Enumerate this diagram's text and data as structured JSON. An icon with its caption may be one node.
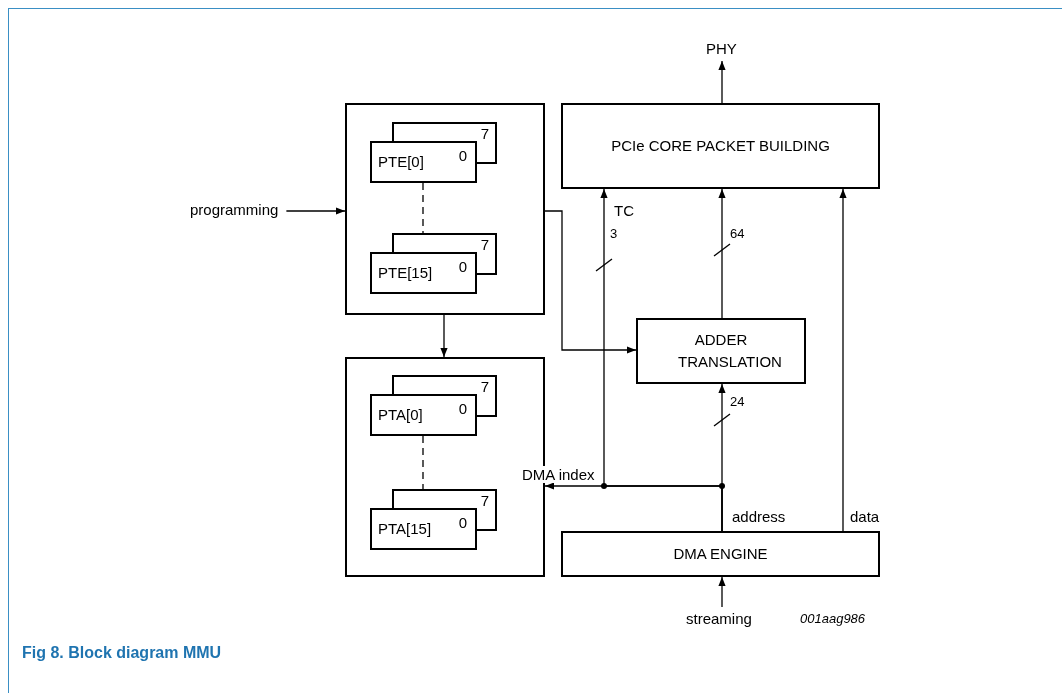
{
  "diagram": {
    "caption": "Fig 8. Block diagram MMU",
    "nodes": [
      {
        "text": [],
        "shape": "box"
      },
      {
        "text": [
          "PTE[0]",
          "0",
          "7"
        ],
        "in": 0
      },
      {
        "text": [
          "PTE[15]",
          "0",
          "7"
        ],
        "in": 0
      },
      {
        "text": [],
        "shape": "box"
      },
      {
        "text": [
          "PTA[0]",
          "0",
          "7"
        ],
        "in": 3
      },
      {
        "text": [
          "PTA[15]",
          "0",
          "7"
        ],
        "in": 3
      },
      {
        "text": [
          "PCIe CORE PACKET BUILDING"
        ]
      },
      {
        "text": [
          "ADDER TRANSLATION"
        ]
      },
      {
        "text": [
          "DMA ENGINE"
        ]
      },
      {
        "text": [
          "programming"
        ]
      },
      {
        "text": [
          "PHY"
        ]
      },
      {
        "text": [
          "streaming"
        ]
      }
    ],
    "edges": [
      {
        "from": 9,
        "to": 0,
        "arrow": "to"
      },
      {
        "from": 0,
        "to": 3,
        "arrow": "to"
      },
      {
        "from": 0,
        "to": 7,
        "arrow": "to"
      },
      {
        "from": 8,
        "to": 7,
        "arrow": "to",
        "label": "address"
      },
      {
        "from": 8,
        "to": 3,
        "arrow": "to",
        "label": "DMA index"
      },
      {
        "from": 8,
        "to": 6,
        "arrow": "to",
        "label": "TC"
      },
      {
        "from": 7,
        "to": 6,
        "arrow": "to"
      },
      {
        "from": 8,
        "to": 6,
        "arrow": "to",
        "label": "data"
      },
      {
        "from": 6,
        "to": 10,
        "arrow": "to"
      },
      {
        "from": 11,
        "to": 8,
        "arrow": "to"
      },
      {
        "from": 1,
        "to": 2,
        "arrow": "none",
        "style": "dashed"
      },
      {
        "from": 4,
        "to": 5,
        "arrow": "none",
        "style": "dashed"
      }
    ],
    "labels": [
      "3",
      "64",
      "24",
      "001aag986"
    ]
  }
}
